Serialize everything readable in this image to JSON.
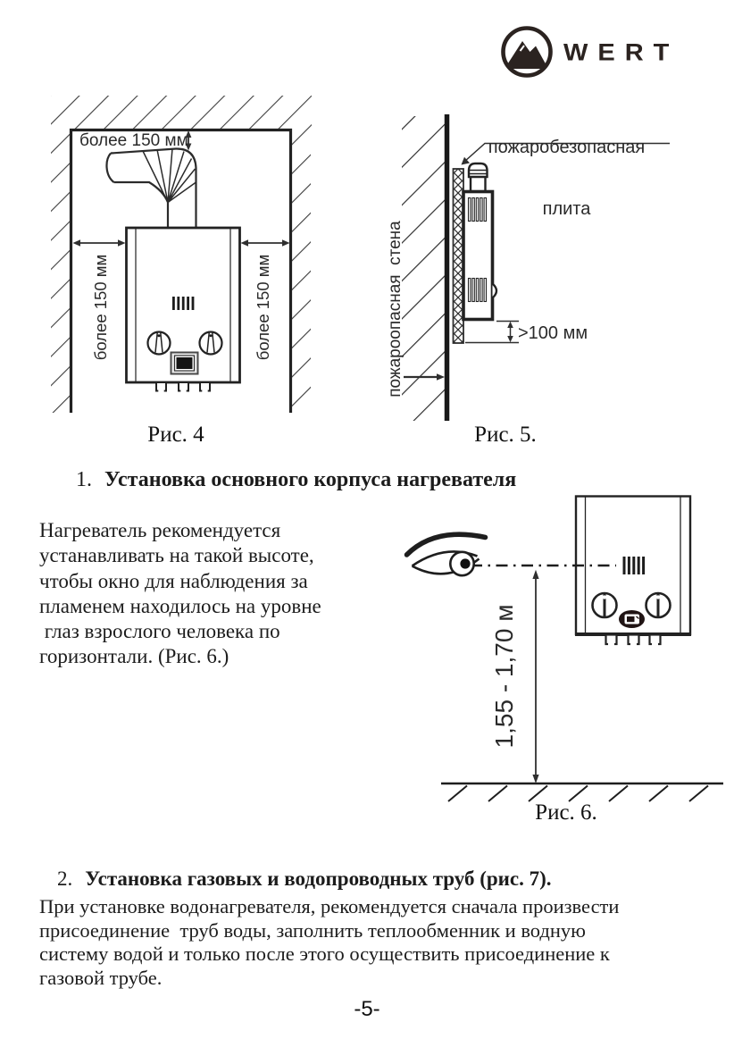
{
  "logo": {
    "brand": "WERT"
  },
  "figure4": {
    "caption": "Рис. 4",
    "label_top": "более 150 мм",
    "label_left": "более 150 мм",
    "label_right": "более 150 мм"
  },
  "figure5": {
    "caption": "Рис. 5.",
    "label_plate_line1": "пожаробезопасная",
    "label_plate_line2": "плита",
    "label_wall": "пожароопасная  стена",
    "label_gap": ">100 мм"
  },
  "section1": {
    "number": "1.",
    "title": "Установка основного корпуса нагревателя",
    "lines": [
      "Нагреватель рекомендуется",
      "устанавливать на такой высоте,",
      "чтобы окно для наблюдения за",
      "пламенем находилось на уровне",
      " глаз взрослого человека по",
      "горизонтали. (Рис. 6.)"
    ]
  },
  "figure6": {
    "caption": "Рис. 6.",
    "label_height": "1,55 - 1,70 м"
  },
  "section2": {
    "number": "2.",
    "title": "Установка газовых и водопроводных труб (рис. 7).",
    "lines": [
      "При установке водонагревателя, рекомендуется сначала произвести",
      "присоединение  труб воды, заполнить теплообменник и водную",
      "систему водой и только после этого осуществить присоединение к",
      "газовой трубе."
    ]
  },
  "page": {
    "number_label": "-5-"
  },
  "colors": {
    "ink": "#1c1c1c",
    "diagram_line": "#2f2f2f",
    "logo": "#2b2320"
  }
}
